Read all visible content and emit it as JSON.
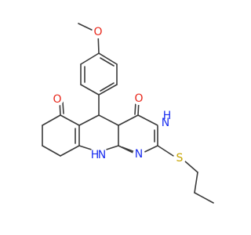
{
  "molecule": {
    "atoms": {
      "o_methoxy": {
        "label": "O",
        "color": "#e8271b"
      },
      "o_ketone": {
        "label": "O",
        "color": "#e8271b"
      },
      "o_lactam": {
        "label": "O",
        "color": "#e8271b"
      },
      "n_h_top": {
        "label": "N",
        "h": "H",
        "color": "#1a2ef0"
      },
      "n_h_bottom": {
        "label": "N",
        "h": "H",
        "color": "#1a2ef0"
      },
      "n_ring": {
        "label": "N",
        "color": "#1a2ef0"
      },
      "s_thio": {
        "label": "S",
        "color": "#c6a400"
      }
    },
    "bond_color": "#3a3a3a"
  }
}
